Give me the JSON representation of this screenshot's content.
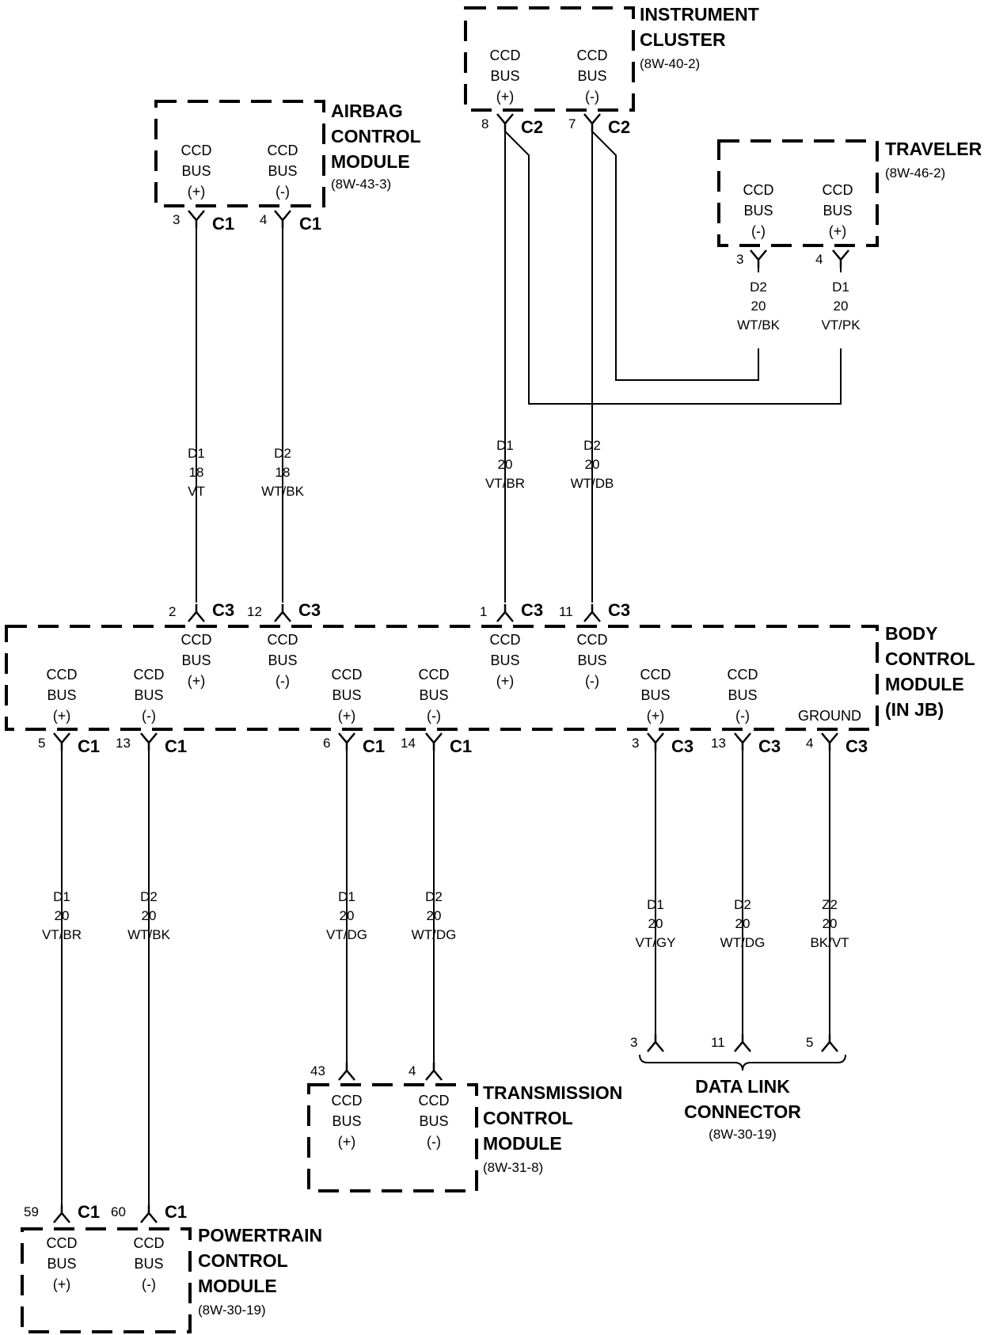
{
  "ccd": "CCD",
  "bus": "BUS",
  "pos": "(+)",
  "neg": "(-)",
  "ground": "GROUND",
  "c1": "C1",
  "c2": "C2",
  "c3": "C3",
  "modules": {
    "airbag": {
      "l1": "AIRBAG",
      "l2": "CONTROL",
      "l3": "MODULE",
      "ref": "(8W-43-3)",
      "pin_a": "3",
      "pin_b": "4"
    },
    "cluster": {
      "l1": "INSTRUMENT",
      "l2": "CLUSTER",
      "ref": "(8W-40-2)",
      "pin_a": "8",
      "pin_b": "7"
    },
    "traveler": {
      "l1": "TRAVELER",
      "ref": "(8W-46-2)",
      "pin_a": "3",
      "pin_b": "4"
    },
    "bcm": {
      "l1": "BODY",
      "l2": "CONTROL",
      "l3": "MODULE",
      "l4": "(IN JB)",
      "top_pins": [
        "2",
        "12",
        "1",
        "11"
      ],
      "bot_pins": [
        "5",
        "13",
        "6",
        "14",
        "3",
        "13",
        "4"
      ]
    },
    "tcm": {
      "l1": "TRANSMISSION",
      "l2": "CONTROL",
      "l3": "MODULE",
      "ref": "(8W-31-8)",
      "pin_a": "43",
      "pin_b": "4"
    },
    "pcm": {
      "l1": "POWERTRAIN",
      "l2": "CONTROL",
      "l3": "MODULE",
      "ref": "(8W-30-19)",
      "pin_a": "59",
      "pin_b": "60"
    },
    "dlc": {
      "l1": "DATA LINK",
      "l2": "CONNECTOR",
      "ref": "(8W-30-19)",
      "pins": [
        "3",
        "11",
        "5"
      ]
    }
  },
  "wires": {
    "airbag_d1": [
      "D1",
      "18",
      "VT"
    ],
    "airbag_d2": [
      "D2",
      "18",
      "WT/BK"
    ],
    "cluster_d1": [
      "D1",
      "20",
      "VT/BR"
    ],
    "cluster_d2": [
      "D2",
      "20",
      "WT/DB"
    ],
    "trav_d2": [
      "D2",
      "20",
      "WT/BK"
    ],
    "trav_d1": [
      "D1",
      "20",
      "VT/PK"
    ],
    "pcm_d1": [
      "D1",
      "20",
      "VT/BR"
    ],
    "pcm_d2": [
      "D2",
      "20",
      "WT/BK"
    ],
    "tcm_d1": [
      "D1",
      "20",
      "VT/DG"
    ],
    "tcm_d2": [
      "D2",
      "20",
      "WT/DG"
    ],
    "dlc_d1": [
      "D1",
      "20",
      "VT/GY"
    ],
    "dlc_d2": [
      "D2",
      "20",
      "WT/DG"
    ],
    "dlc_z2": [
      "Z2",
      "20",
      "BK/VT"
    ]
  }
}
